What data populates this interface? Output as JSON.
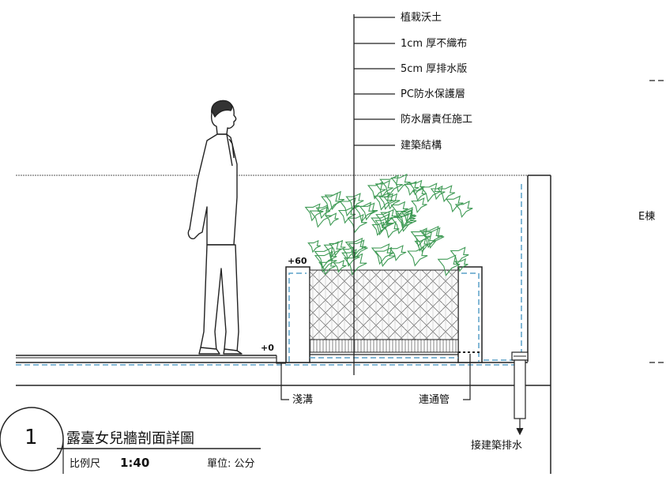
{
  "layer_labels": [
    "植栽沃土",
    "1cm 厚不織布",
    "5cm 厚排水版",
    "PC防水保護層",
    "防水層責任施工",
    "建築結構"
  ],
  "elevations": {
    "top": "+60",
    "base": "+0"
  },
  "callouts": {
    "shallow_trench": "淺溝",
    "connecting_pipe": "連通管",
    "building_drain": "接建築排水"
  },
  "side_label": "E棟",
  "title_block": {
    "number": "1",
    "title": "露臺女兒牆剖面詳圖",
    "scale_label": "比例尺",
    "scale_value": "1:40",
    "unit_label": "單位: 公分"
  },
  "colors": {
    "line": "#222222",
    "water": "#5aa0c8",
    "plant": "#3f9a55"
  }
}
